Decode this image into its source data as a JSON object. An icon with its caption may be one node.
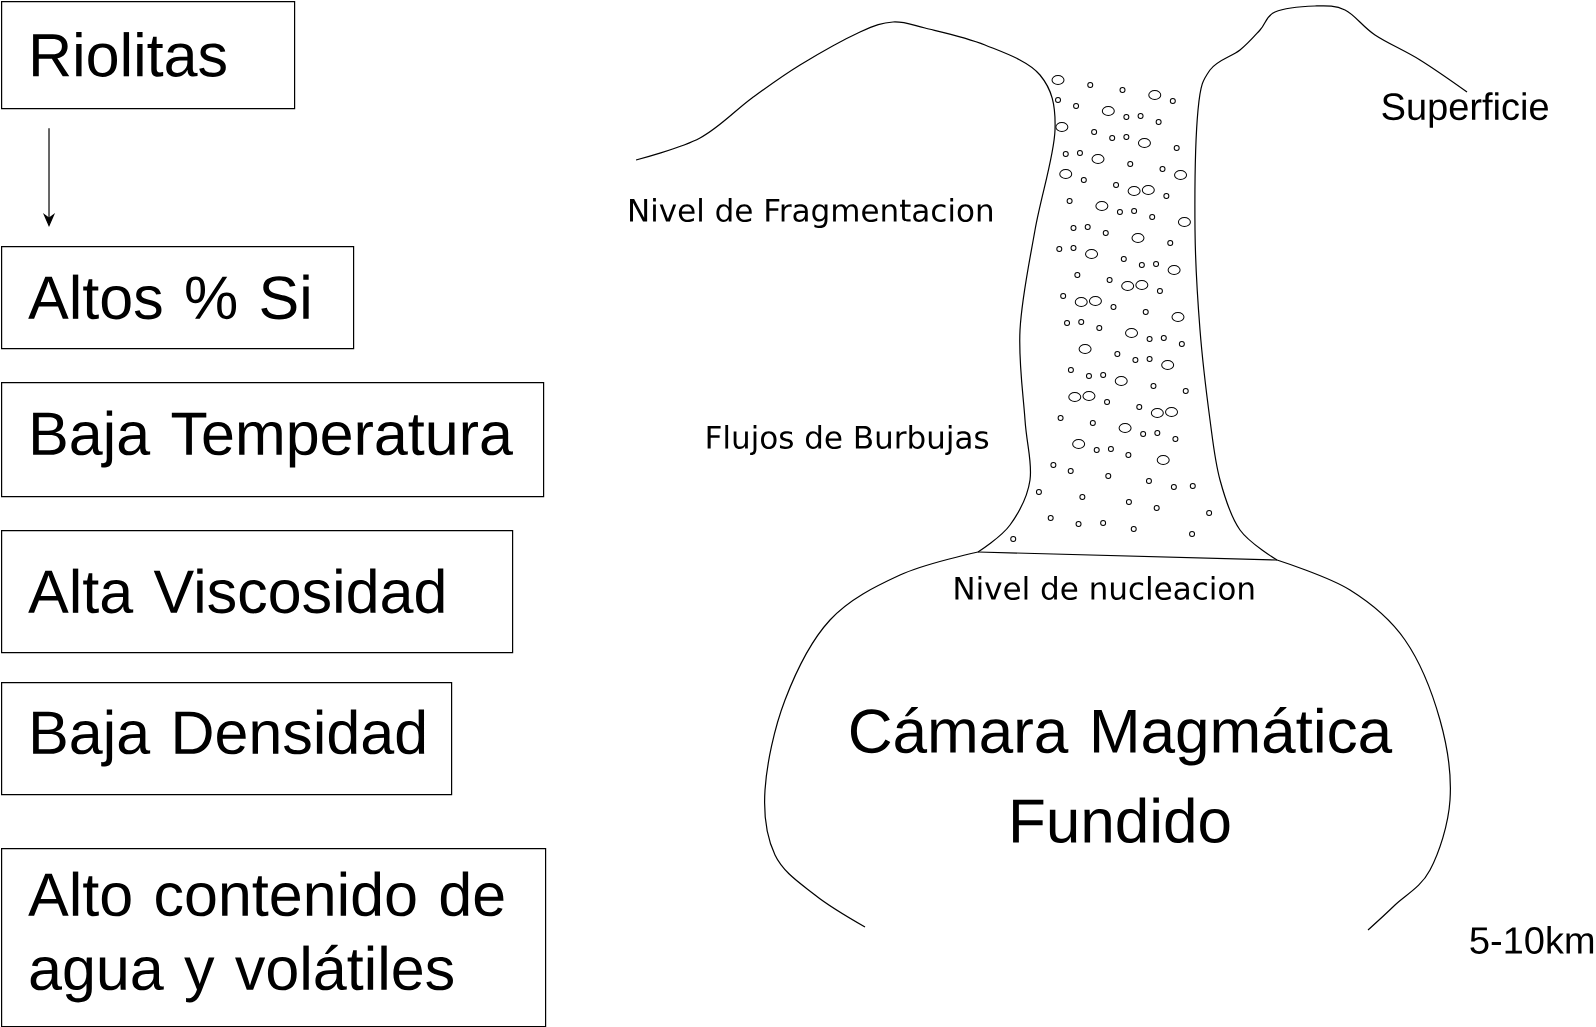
{
  "diagram": {
    "nodes": [
      {
        "text": [
          "Riolitas"
        ]
      },
      {
        "text": [
          "Altos % Si"
        ]
      },
      {
        "text": [
          "Baja Temperatura"
        ]
      },
      {
        "text": [
          "Alta Viscosidad"
        ]
      },
      {
        "text": [
          "Baja Densidad"
        ]
      },
      {
        "text": [
          "Alto contenido de agua y volátiles"
        ]
      }
    ],
    "edges": [
      {
        "from": 0,
        "to": 1,
        "arrow": "to"
      }
    ],
    "labels": [
      "Superficie",
      "Nivel de Fragmentacion",
      "Flujos de Burbujas",
      "Nivel de nucleacion",
      "Cámara Magmática Fundido",
      "5-10km"
    ]
  }
}
